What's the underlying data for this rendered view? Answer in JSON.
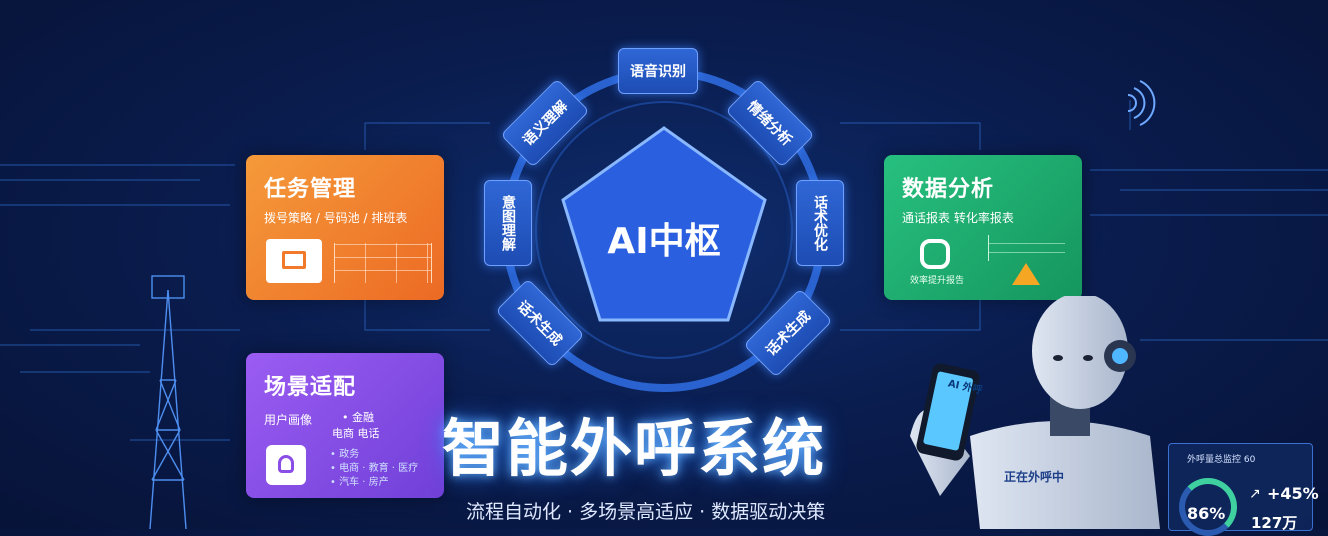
{
  "hub": {
    "label": "AI中枢"
  },
  "ring_nodes": {
    "top": "语音识别",
    "top_right": "情绪分析",
    "right": "话术优化",
    "bottom_right": "话术生成",
    "bottom_left": "话术生成",
    "left": "意图理解",
    "top_left": "语义理解"
  },
  "task_card": {
    "title": "任务管理",
    "subtitle": "拨号策略 / 号码池 / 排班表"
  },
  "scene_card": {
    "title": "场景适配",
    "subtitle": "用户画像",
    "item1": "• 金融",
    "item2": "电商 电话",
    "item3": "• 政务",
    "item4": "• 电商 · 教育 · 医疗",
    "item5": "• 汽车 · 房产"
  },
  "data_card": {
    "title": "数据分析",
    "subtitle": "通话报表    转化率报表",
    "label": "效率提升报告"
  },
  "hero": {
    "title": "智能外呼系统",
    "tagline": "流程自动化 · 多场景高适应 · 数据驱动决策"
  },
  "phone": {
    "screen_text": "AI 外呼"
  },
  "robot": {
    "chest_text": "正在外呼中"
  },
  "stats_panel": {
    "title": "外呼量总监控 60",
    "gauge": "86%",
    "rate": "+45%",
    "count": "127万"
  },
  "colors": {
    "orange": "#f07a2a",
    "purple": "#8a4de6",
    "green": "#1fae6e",
    "accent": "#3b8bff"
  }
}
